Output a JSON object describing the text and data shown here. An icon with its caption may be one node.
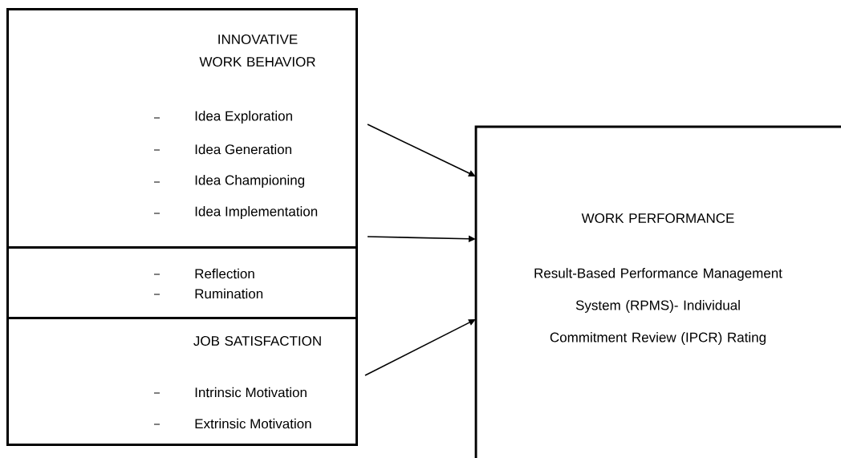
{
  "diagram": {
    "nodes": [
      {
        "text": [
          "INNOVATIVE WORK BEHAVIOR",
          "Idea Exploration",
          "Idea Generation",
          "Idea Championing",
          "Idea Implementation"
        ]
      },
      {
        "text": [
          "Reflection",
          "Rumination"
        ]
      },
      {
        "text": [
          "JOB SATISFACTION",
          "Intrinsic Motivation",
          "Extrinsic Motivation"
        ]
      },
      {
        "text": [
          "WORK PERFORMANCE",
          "Result-Based Performance Management System (RPMS)- Individual Commitment Review (IPCR) Rating"
        ]
      }
    ],
    "edges": [
      {
        "from": 0,
        "to": 3,
        "arrow": "to"
      },
      {
        "from": 0,
        "to": 3,
        "arrow": "to"
      },
      {
        "from": 2,
        "to": 3,
        "arrow": "to"
      }
    ]
  }
}
